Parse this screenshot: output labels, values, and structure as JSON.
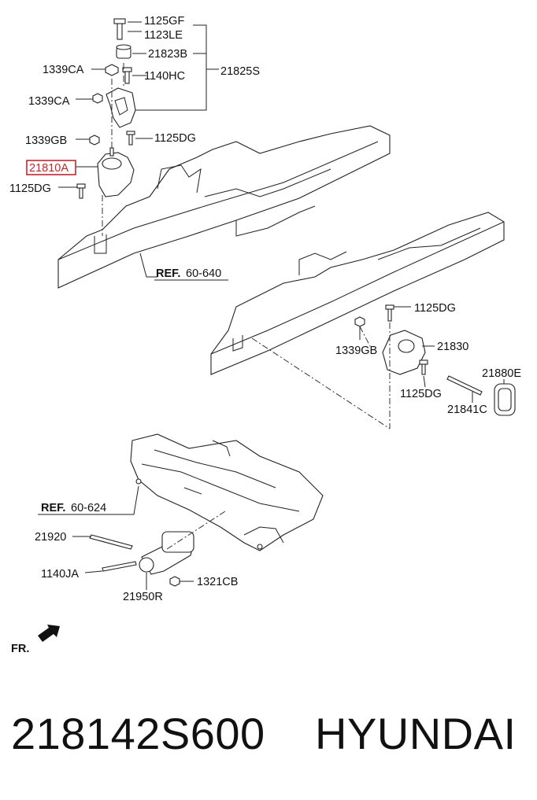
{
  "labels": {
    "l_1125gf": "1125GF",
    "l_1123le": "1123LE",
    "l_21823b": "21823B",
    "l_21825s": "21825S",
    "l_1339ca_1": "1339CA",
    "l_1140hc": "1140HC",
    "l_1339ca_2": "1339CA",
    "l_1339gb_1": "1339GB",
    "l_1125dg_1": "1125DG",
    "l_21810a": "21810A",
    "l_1125dg_2": "1125DG",
    "l_ref_bold_1": "REF.",
    "l_ref_num_1": "60-640",
    "l_1125dg_3": "1125DG",
    "l_1339gb_2": "1339GB",
    "l_21830": "21830",
    "l_21880e": "21880E",
    "l_1125dg_4": "1125DG",
    "l_21841c": "21841C",
    "l_ref_bold_2": "REF.",
    "l_ref_num_2": "60-624",
    "l_21920": "21920",
    "l_1140ja": "1140JA",
    "l_1321cb": "1321CB",
    "l_21950r": "21950R",
    "l_fr": "FR."
  },
  "footer": {
    "part_number": "218142S600",
    "brand": "HYUNDAI"
  },
  "colors": {
    "highlight": "#c4262e",
    "ink": "#222222"
  }
}
